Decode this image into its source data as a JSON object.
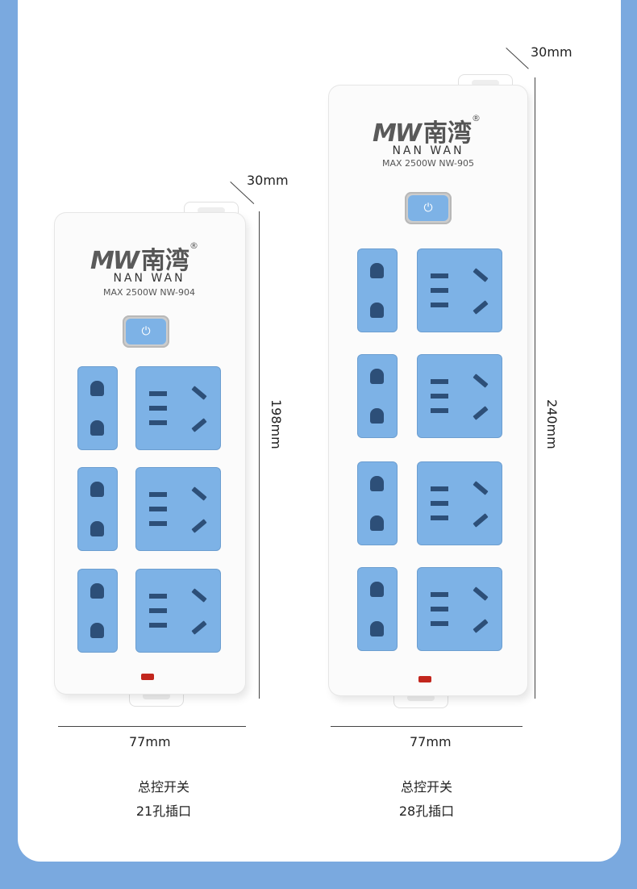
{
  "colors": {
    "background": "#7aa9df",
    "socket": "#7db2e6",
    "led": "#c2261d"
  },
  "products": [
    {
      "logo_mark": "MW",
      "logo_cn": "南湾",
      "registered": "®",
      "brand": "NAN WAN",
      "model": "MAX 2500W NW-904",
      "switch_icon": "power-icon",
      "switch_symbol": "⏻",
      "depth": "30mm",
      "height": "198mm",
      "width": "77mm",
      "feature_1": "总控开关",
      "feature_2": "21孔插口"
    },
    {
      "logo_mark": "MW",
      "logo_cn": "南湾",
      "registered": "®",
      "brand": "NAN WAN",
      "model": "MAX 2500W NW-905",
      "switch_icon": "power-icon",
      "switch_symbol": "⏻",
      "depth": "30mm",
      "height": "240mm",
      "width": "77mm",
      "feature_1": "总控开关",
      "feature_2": "28孔插口"
    }
  ]
}
